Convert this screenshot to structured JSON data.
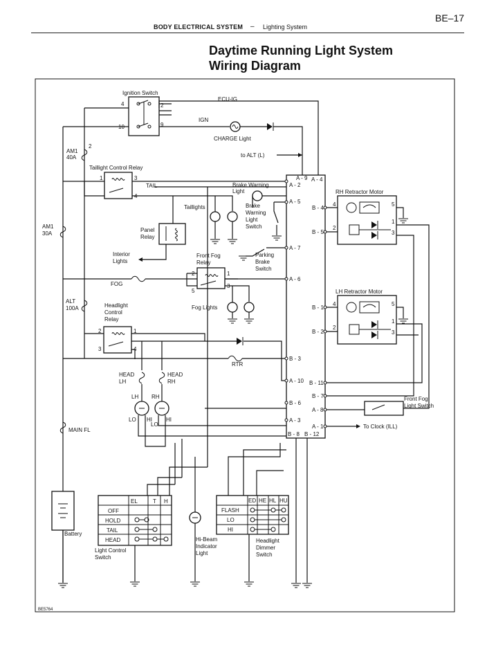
{
  "header": {
    "page_code": "BE–17",
    "section": "BODY ELECTRICAL SYSTEM",
    "dash": "–",
    "subsection": "Lighting System"
  },
  "title": {
    "line1": "Daytime Running Light System",
    "line2": "Wiring Diagram"
  },
  "components": {
    "ignition_switch": "Ignition Switch",
    "ecu_ig": "ECU-IG",
    "ign": "IGN",
    "charge_light": "CHARGE Light",
    "to_alt": "to ALT (L)",
    "am1_40": [
      "AM1",
      "40A"
    ],
    "taillight_relay": "Taillight Control Relay",
    "tail": "TAIL",
    "brake_warning_light": [
      "Brake Warning",
      "Light"
    ],
    "taillights": "Taillights",
    "brake_warning_switch": [
      "Brake",
      "Warning",
      "Light",
      "Switch"
    ],
    "panel_relay": [
      "Panel",
      "Relay"
    ],
    "am1_30": [
      "AM1",
      "30A"
    ],
    "interior_lights": [
      "Interior",
      "Lights"
    ],
    "front_fog_relay": [
      "Front Fog",
      "Relay"
    ],
    "parking_brake_switch": [
      "Parking",
      "Brake",
      "Switch"
    ],
    "fog": "FOG",
    "fog_lights": "Fog Lights",
    "alt_100": [
      "ALT",
      "100A"
    ],
    "headlight_relay": [
      "Headlight",
      "Control",
      "Relay"
    ],
    "rtr": "RTR",
    "head_lh": [
      "HEAD",
      "LH"
    ],
    "head_rh": [
      "HEAD",
      "RH"
    ],
    "lh": "LH",
    "rh": "RH",
    "lo1": "LO",
    "hi1": "HI",
    "lo2": "LO",
    "hi2": "HI",
    "main_fl": "MAIN FL",
    "battery": "Battery",
    "light_control_switch": [
      "Light Control",
      "Switch"
    ],
    "hibeam_indicator": [
      "Hi-Beam",
      "Indicator",
      "Light"
    ],
    "dimmer_switch": [
      "Headlight",
      "Dimmer",
      "Switch"
    ],
    "rh_retractor": "RH Retractor Motor",
    "lh_retractor": "LH Retractor Motor",
    "front_fog_switch": [
      "Front Fog",
      "Light Switch"
    ],
    "to_clock": "To Clock (ILL)",
    "footer_code": "BE5764"
  },
  "pins": {
    "ign_4": "4",
    "ign_2": "2",
    "ign_10": "10",
    "ign_9": "9",
    "am1_2": "2",
    "tr_1": "1",
    "tr_3": "3",
    "tr_4": "4",
    "ff_2": "2",
    "ff_1": "1",
    "ff_5": "5",
    "ff_3": "3",
    "hr_2": "2",
    "hr_1": "1",
    "hr_3": "3",
    "hr_4": "4",
    "rh_4": "4",
    "rh_5": "5",
    "rh_2": "2",
    "rh_1": "1",
    "rh_3": "3",
    "lh_4": "4",
    "lh_5": "5",
    "lh_2": "2",
    "lh_1": "1",
    "lh_3": "3"
  },
  "ecu_terminals": {
    "a9": "A - 9",
    "a4": "A - 4",
    "a2": "A - 2",
    "a5": "A - 5",
    "a7": "A - 7",
    "a6": "A - 6",
    "b3": "B - 3",
    "a10": "A - 10",
    "b6": "B - 6",
    "a3": "A - 3",
    "b8": "B - 8",
    "b12": "B - 12",
    "b4": "B - 4",
    "b5": "B - 5",
    "b1": "B - 1",
    "b2": "B - 2",
    "b11": "B - 11",
    "b7": "B - 7",
    "a8": "A - 8",
    "a1": "A - 1"
  },
  "light_switch_table": {
    "columns": [
      "EL",
      "T",
      "H"
    ],
    "rows": [
      "OFF",
      "HOLD",
      "TAIL",
      "HEAD"
    ]
  },
  "dimmer_table": {
    "columns": [
      "ED",
      "HE",
      "HL",
      "HU"
    ],
    "rows": [
      "FLASH",
      "LO",
      "HI"
    ]
  }
}
